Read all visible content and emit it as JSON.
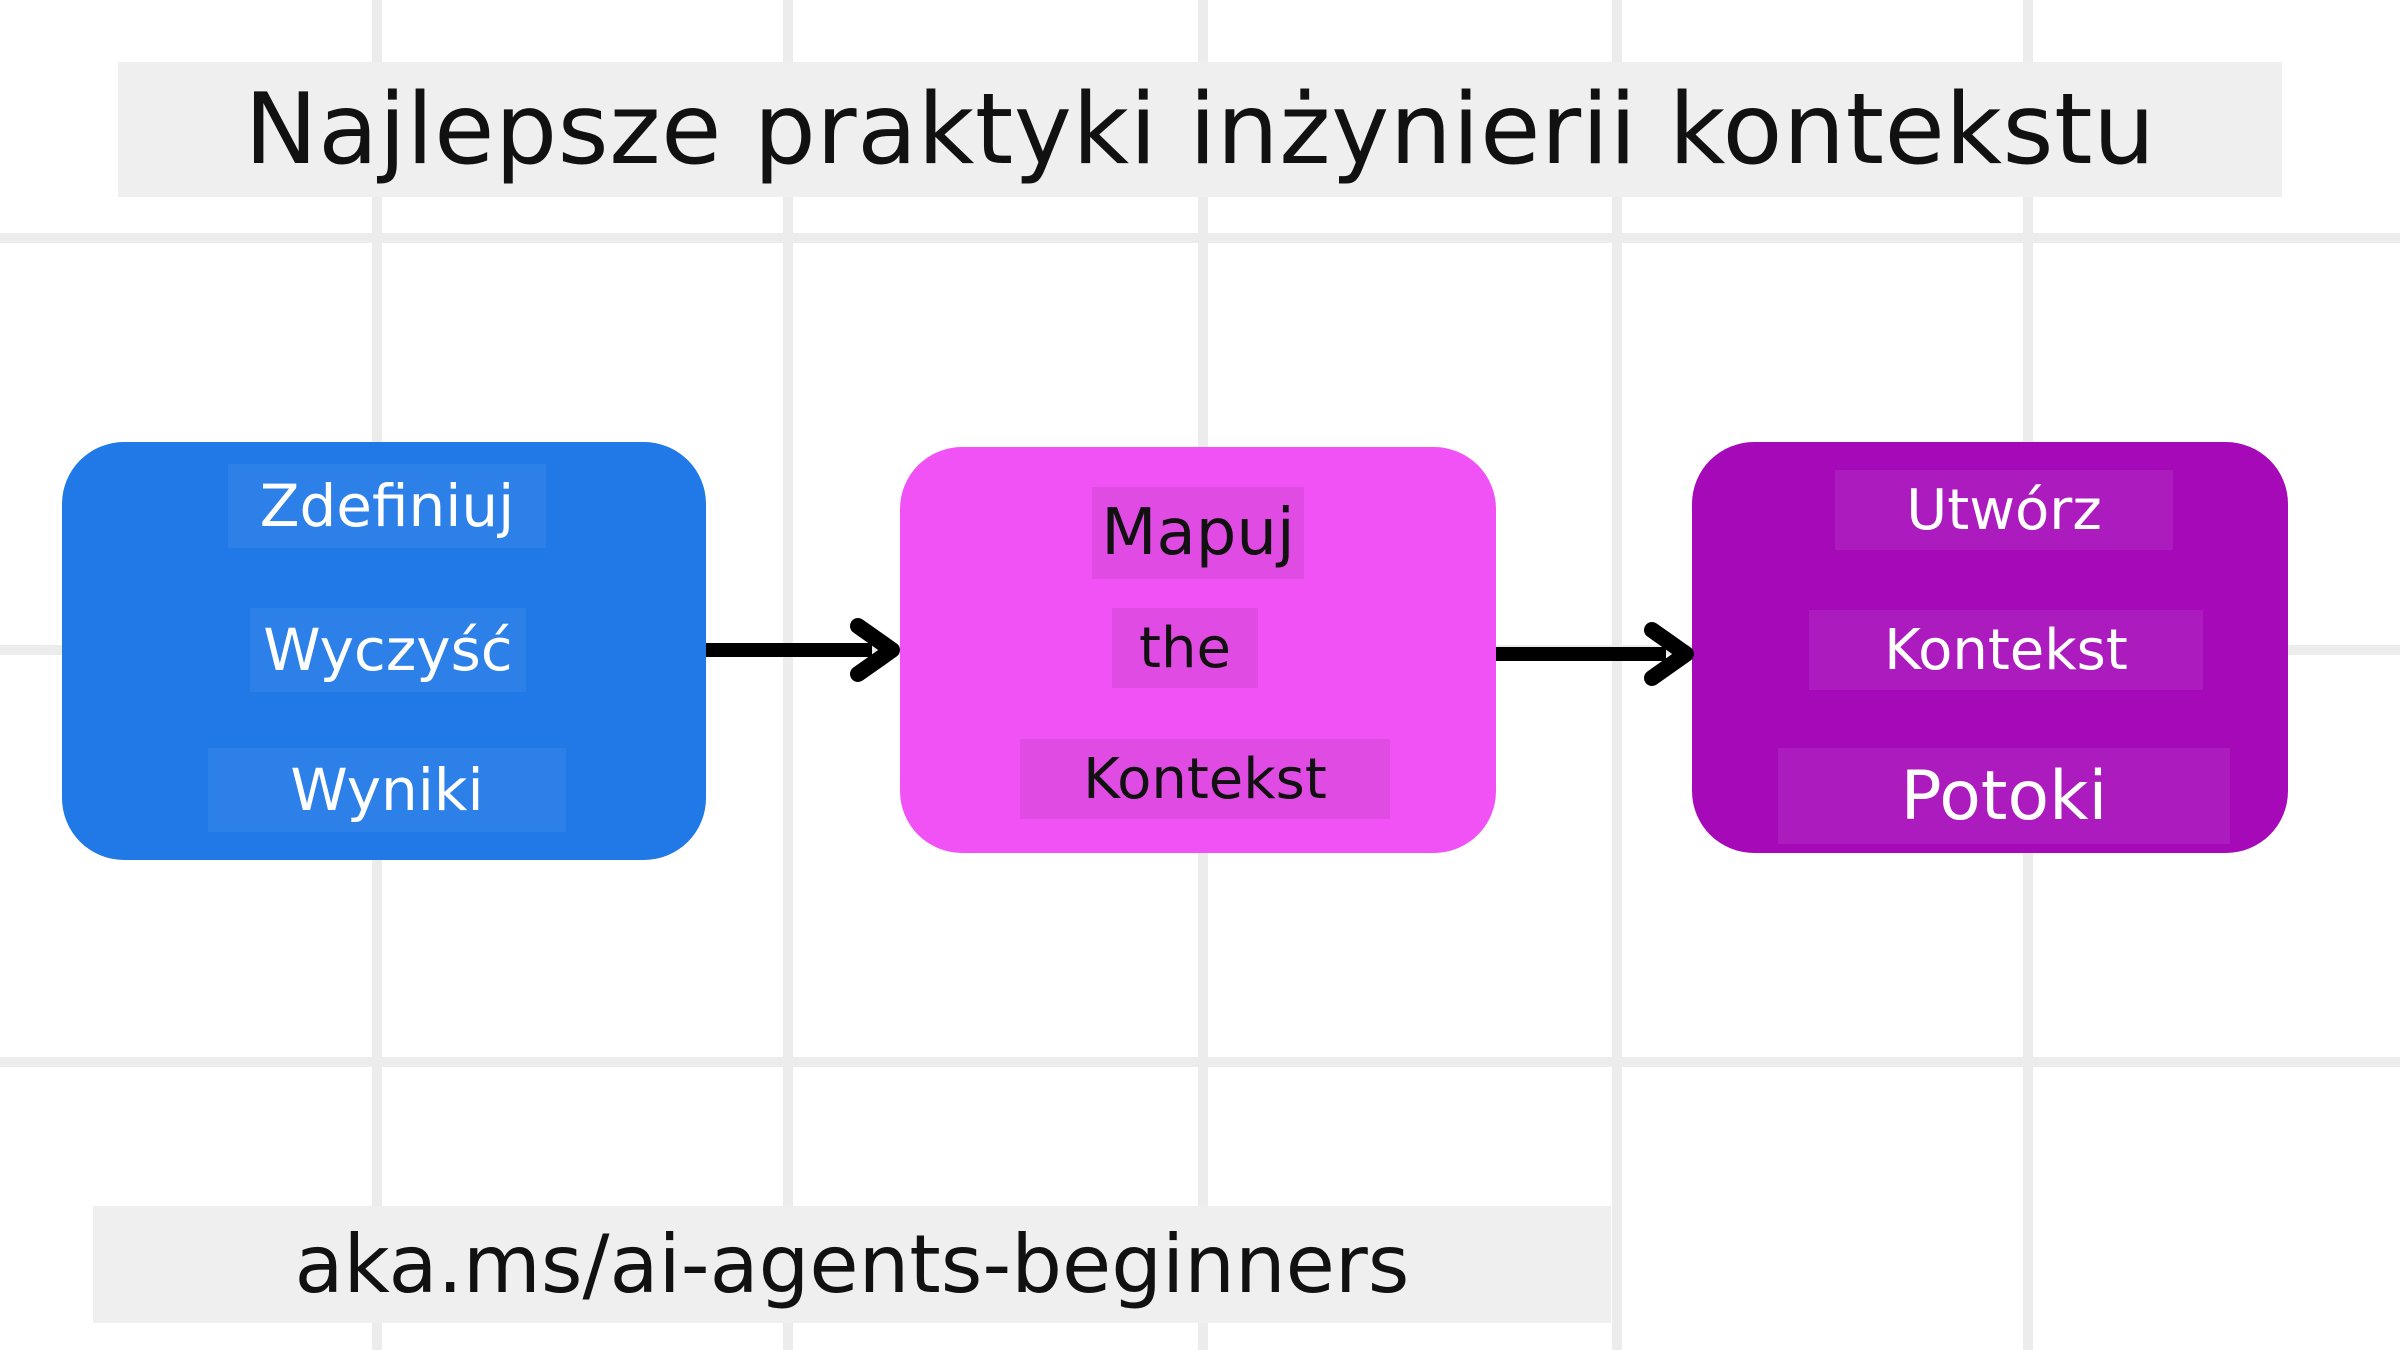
{
  "title": "Najlepsze praktyki inżynierii kontekstu",
  "footer": "aka.ms/ai-agents-beginners",
  "colors": {
    "box1": "#2079e6",
    "box2": "#f152f5",
    "box3": "#a60ab8",
    "arrow": "#000000",
    "grid": "#ececec"
  },
  "steps": [
    {
      "lines": [
        "Zdefiniuj",
        "Wyczyść",
        "Wyniki"
      ]
    },
    {
      "lines": [
        "Mapuj",
        "the",
        "Kontekst"
      ]
    },
    {
      "lines": [
        "Utwórz",
        "Kontekst",
        "Potoki"
      ]
    }
  ]
}
